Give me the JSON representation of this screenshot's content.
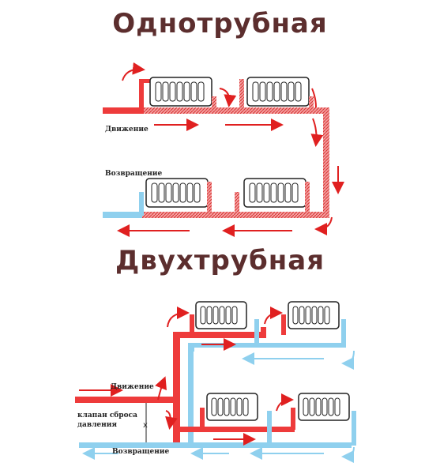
{
  "titles": {
    "one_pipe": "Однотрубная",
    "two_pipe": "Двухтрубная"
  },
  "labels": {
    "one_supply": "Движение",
    "one_return": "Возвращение",
    "two_supply": "Движение",
    "two_valve_line1": "клапан сброса",
    "two_valve_line2": "давления",
    "two_return": "Возвращение"
  },
  "colors": {
    "supply": "#ee3b3b",
    "return": "#8fd0ee",
    "mixed": "#e05a5a",
    "title": "#5c2e2e",
    "arrow": "#e02020"
  }
}
